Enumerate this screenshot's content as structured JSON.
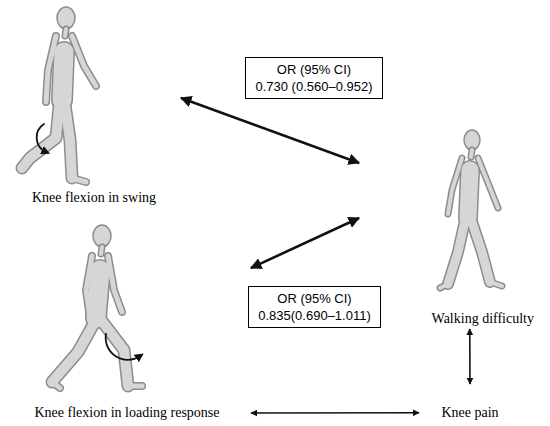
{
  "diagram": {
    "nodes": [
      {
        "text": [
          "Knee flexion in swing"
        ]
      },
      {
        "text": [
          "OR (95% CI)",
          "0.730 (0.560–0.952)"
        ]
      },
      {
        "text": [
          "Walking difficulty"
        ]
      },
      {
        "text": [
          "Knee flexion in loading response"
        ]
      },
      {
        "text": [
          "OR (95% CI)",
          "0.835(0.690–1.011)"
        ]
      },
      {
        "text": [
          "Knee pain"
        ]
      }
    ],
    "edges": [
      {
        "from": 0,
        "to": 2,
        "arrow": "both"
      },
      {
        "from": 3,
        "to": 2,
        "arrow": "both"
      },
      {
        "from": 3,
        "to": 5,
        "arrow": "both"
      },
      {
        "from": 2,
        "to": 5,
        "arrow": "both"
      }
    ]
  }
}
